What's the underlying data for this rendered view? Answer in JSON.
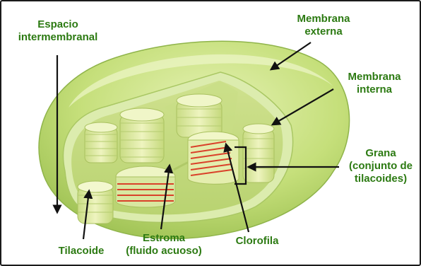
{
  "labels": {
    "espacio": "Espacio\nintermembranal",
    "membrana_externa": "Membrana\nexterna",
    "membrana_interna": "Membrana\ninterna",
    "grana": "Grana\n(conjunto de\ntilacoides)",
    "tilacoide": "Tilacoide",
    "estroma": "Estroma\n(fluido acuoso)",
    "clorofila": "Clorofila"
  },
  "colors": {
    "label_text": "#2c7a12",
    "outer_membrane": "#c7e07d",
    "inner_membrane": "#dcecae",
    "stroma": "#d5e59a",
    "thylakoid": "#e2eda0",
    "chlorophyll_line": "#d9412a",
    "arrow": "#111111"
  }
}
